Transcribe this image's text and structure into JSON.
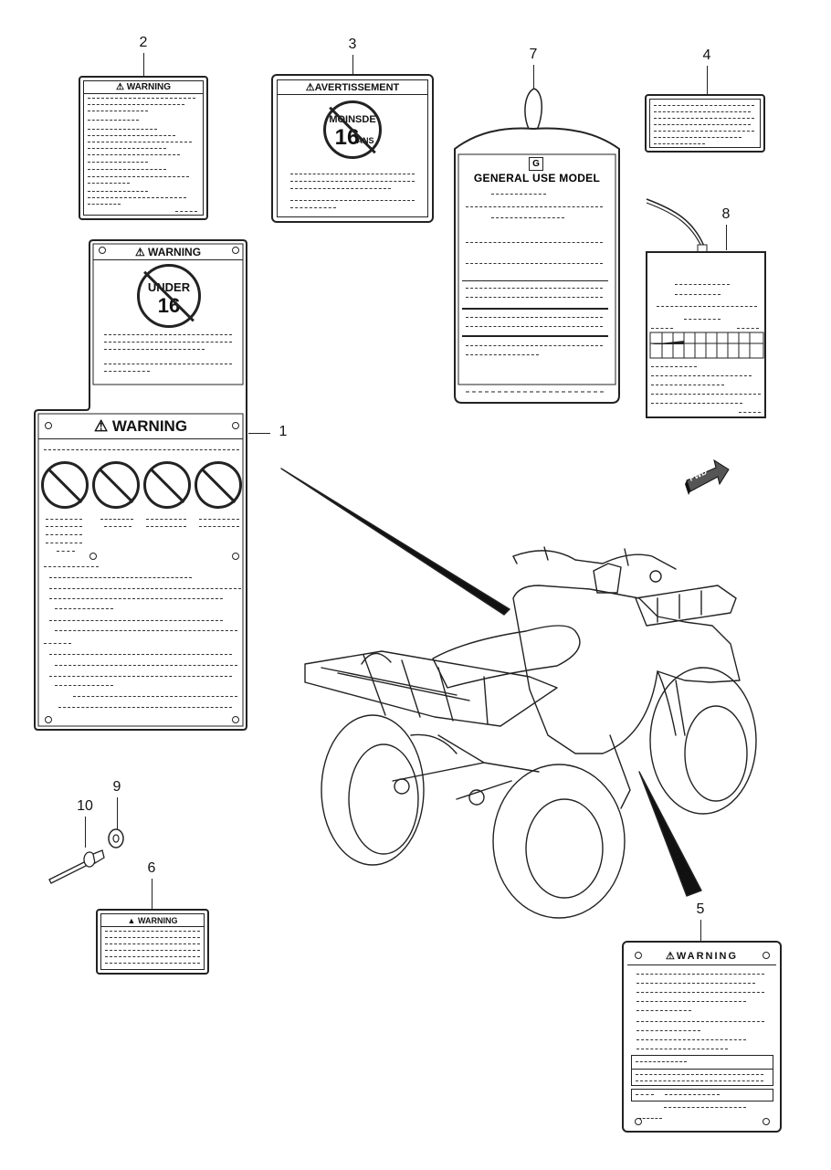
{
  "labels": {
    "l1_top_header": "⚠ WARNING",
    "l1_top_sign_line1": "UNDER",
    "l1_top_sign_line2": "16",
    "l1_main_header": "⚠ WARNING",
    "l2_header": "⚠ WARNING",
    "l3_header": "⚠AVERTISSEMENT",
    "l3_sign_line1": "MOINSDE",
    "l3_sign_line2": "16",
    "l3_sign_suffix": "ANS",
    "l5_header": "⚠WARNING",
    "l6_header": "▲ WARNING",
    "l7_badge": "G",
    "l7_title": "GENERAL USE MODEL",
    "fwd": "FWD"
  },
  "part_numbers": {
    "p1": "1",
    "p2": "2",
    "p3": "3",
    "p4": "4",
    "p5": "5",
    "p6": "6",
    "p7": "7",
    "p8": "8",
    "p9": "9",
    "p10": "10"
  },
  "colors": {
    "ink": "#222222",
    "paper": "#ffffff"
  },
  "icons": [
    "no-helmet-icon",
    "no-passenger-icon",
    "no-paved-road-icon",
    "no-alcohol-icon",
    "forward-arrow-icon",
    "atv-illustration"
  ]
}
